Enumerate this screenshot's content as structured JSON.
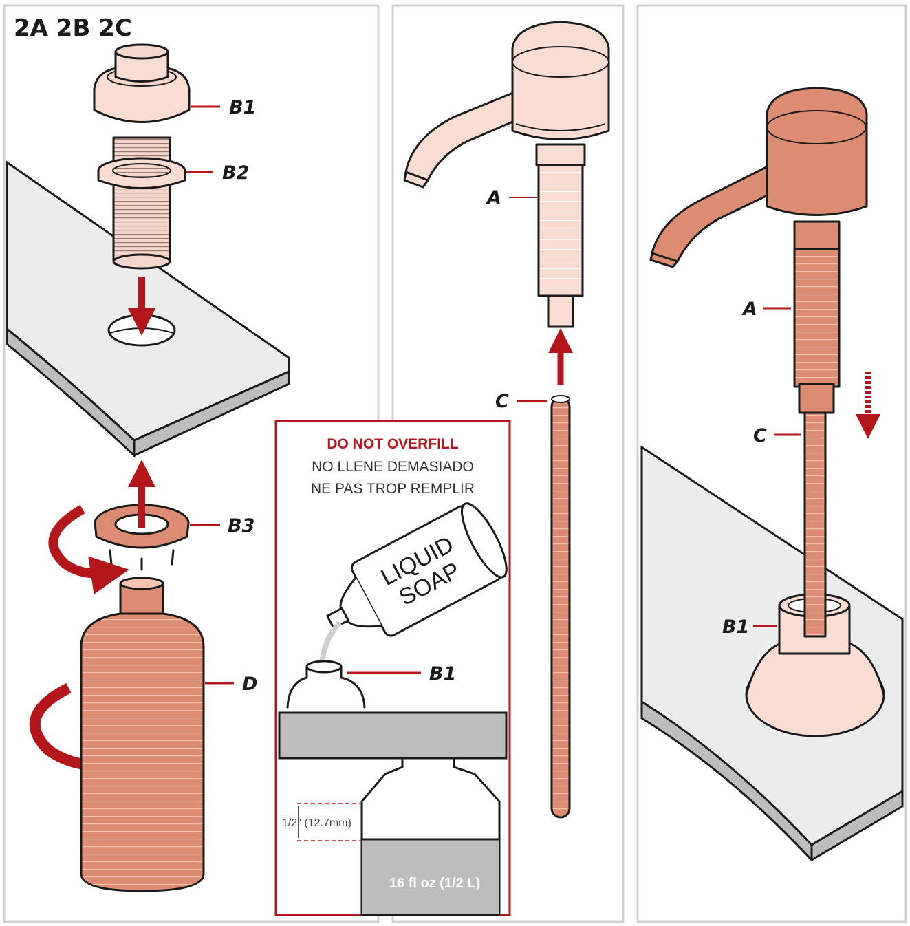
{
  "diagram": {
    "title": "2A 2B 2C",
    "labels": {
      "b1_top": "B1",
      "b2": "B2",
      "b3": "B3",
      "d": "D",
      "b1_inset": "B1",
      "a_middle": "A",
      "c_middle": "C",
      "a_right": "A",
      "c_right": "C",
      "b1_right": "B1"
    },
    "inset": {
      "warning_en": "DO NOT OVERFILL",
      "warning_es": "NO LLENE DEMASIADO",
      "warning_fr": "NE PAS TROP REMPLIR",
      "bottle_text_line1": "LIQUID",
      "bottle_text_line2": "SOAP",
      "gap_label": "1/2\" (12.7mm)",
      "capacity": "16 fl oz (1/2 L)"
    },
    "colors": {
      "accent_red": "#b3161b",
      "copper": "#dc8c72",
      "copper_light": "#f9ddd3",
      "counter": "#ececec",
      "counter_edge": "#bdbdbd"
    }
  }
}
